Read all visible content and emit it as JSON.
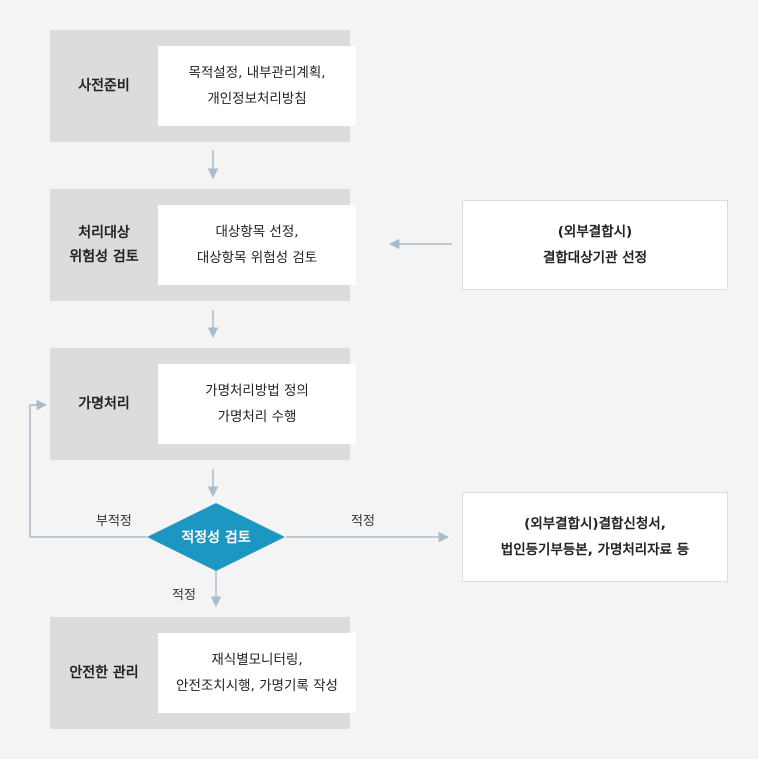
{
  "stages": [
    {
      "label": "사전준비",
      "desc": [
        "목적설정, 내부관리계획,",
        "개인정보처리방침"
      ]
    },
    {
      "label": "처리대상\n위험성 검토",
      "desc": [
        "대상항목 선정,",
        "대상항목 위험성 검토"
      ]
    },
    {
      "label": "가명처리",
      "desc": [
        "가명처리방법 정의",
        "가명처리 수행"
      ]
    },
    {
      "label": "안전한 관리",
      "desc": [
        "재식별모니터링,",
        "안전조치시행, 가명기록 작성"
      ]
    }
  ],
  "decision": {
    "label": "적정성 검토"
  },
  "external_input": {
    "lines": [
      "(외부결합시)",
      "결합대상기관 선정"
    ]
  },
  "external_output": {
    "lines": [
      "(외부결합시)결합신청서,",
      "법인등기부등본, 가명처리자료 등"
    ]
  },
  "edges": {
    "fail_label": "부적정",
    "pass_right_label": "적정",
    "pass_down_label": "적정"
  },
  "colors": {
    "background": "#f4f4f4",
    "stage_fill": "#dcdcdc",
    "box_fill": "#ffffff",
    "decision_fill": "#1b97c1",
    "arrow": "#a9bccb"
  }
}
